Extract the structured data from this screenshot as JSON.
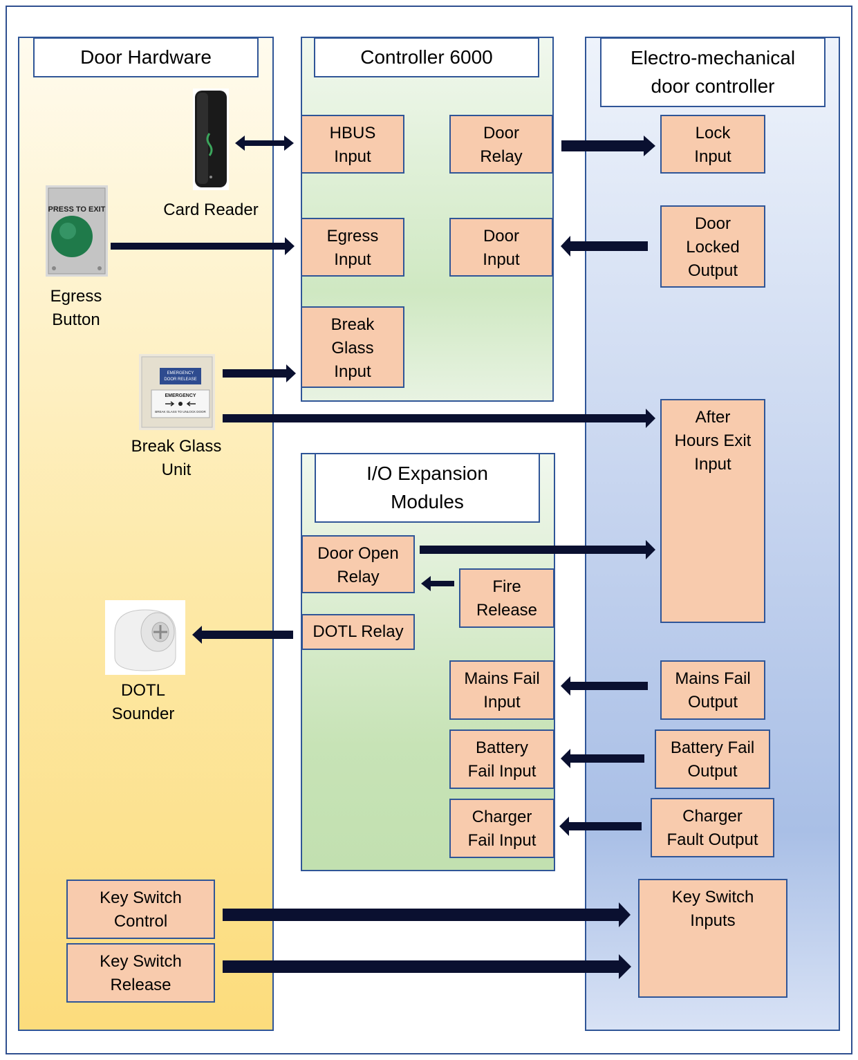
{
  "columns": {
    "door_hardware": "Door Hardware",
    "controller": "Controller 6000",
    "io_expansion": "I/O Expansion\nModules",
    "emdc": "Electro-mechanical\ndoor controller"
  },
  "controller_boxes": {
    "hbus": "HBUS\nInput",
    "door_relay": "Door\nRelay",
    "egress_input": "Egress\nInput",
    "door_input": "Door\nInput",
    "break_glass_input": "Break\nGlass\nInput"
  },
  "io_boxes": {
    "door_open_relay": "Door Open\nRelay",
    "fire_release": "Fire\nRelease",
    "dotl_relay": "DOTL Relay",
    "mains_fail_input": "Mains Fail\nInput",
    "battery_fail_input": "Battery\nFail Input",
    "charger_fail_input": "Charger\nFail Input"
  },
  "emdc_boxes": {
    "lock_input": "Lock\nInput",
    "door_locked_output": "Door\nLocked\nOutput",
    "after_hours_exit_input": "After\nHours Exit\nInput",
    "mains_fail_output": "Mains Fail\nOutput",
    "battery_fail_output": "Battery Fail\nOutput",
    "charger_fault_output": "Charger\nFault Output",
    "key_switch_inputs": "Key Switch\nInputs"
  },
  "hardware": {
    "card_reader": "Card Reader",
    "egress_button": "Egress\nButton",
    "break_glass_unit": "Break Glass\nUnit",
    "dotl_sounder": "DOTL\nSounder",
    "key_switch_control": "Key Switch\nControl",
    "key_switch_release": "Key Switch\nRelease"
  },
  "device_text": {
    "press_to_exit": "PRESS TO EXIT",
    "emergency_door_release": "EMERGENCY\nDOOR RELEASE",
    "emergency": "EMERGENCY",
    "break_glass_to_unlock": "BREAK GLASS TO UNLOCK DOOR"
  },
  "colors": {
    "box_fill": "#f8cbad",
    "border": "#2f5597",
    "arrow": "#0a1030"
  }
}
